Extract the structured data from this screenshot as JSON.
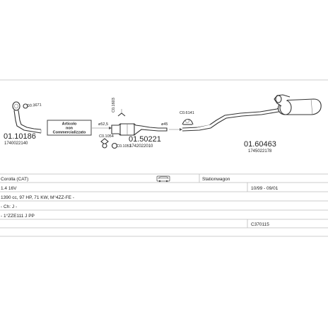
{
  "parts": {
    "front_pipe": {
      "number": "01.10186",
      "oem": "1740022140"
    },
    "clamp_a": {
      "code": "C0.3671"
    },
    "not_commercialised": {
      "line1": "Articolo",
      "line2": "non",
      "line3": "Commercializzato"
    },
    "centre_section": {
      "number": "01.50221",
      "oem": "1742022010"
    },
    "diameter_a": {
      "label": "ø52,5"
    },
    "clamp_b": {
      "code": "C0.1603"
    },
    "clamp_c": {
      "code": "C0.1054"
    },
    "clamp_d": {
      "code": "C0.1053"
    },
    "diameter_b": {
      "label": "ø45"
    },
    "clamp_e": {
      "code": "C0.6141"
    },
    "rear_silencer": {
      "number": "01.60463",
      "oem": "1745022178"
    }
  },
  "info": {
    "model": "Corolla (CAT)",
    "body": "Stationwagon",
    "engine": "1.4 16V",
    "years": "10/99 - 09/01",
    "specs": "1390 cc, 97 HP, 71 KW, M°4ZZ-FE -",
    "line4": "- Ch: J -",
    "line5": "- 1°ZZE111 J PP",
    "code": "C370115"
  }
}
